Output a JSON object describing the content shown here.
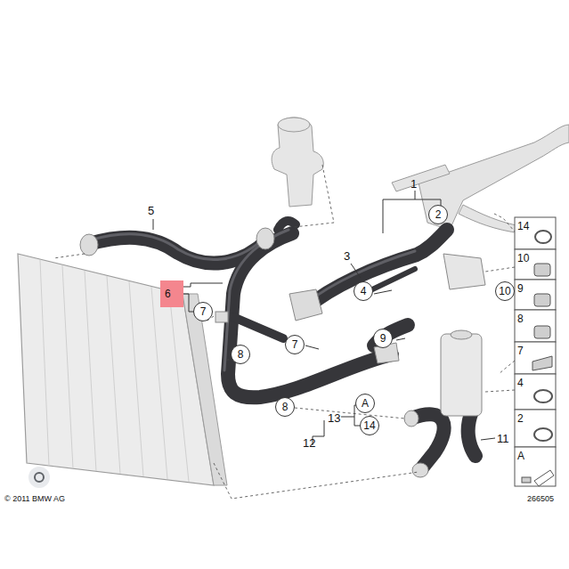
{
  "diagram": {
    "nodes": [
      {
        "text": [
          "2"
        ]
      },
      {
        "text": [
          "4"
        ]
      },
      {
        "text": [
          "10"
        ]
      },
      {
        "text": [
          "6"
        ]
      },
      {
        "text": [
          "7"
        ]
      },
      {
        "text": [
          "9"
        ]
      },
      {
        "text": [
          "7"
        ]
      },
      {
        "text": [
          "8"
        ]
      },
      {
        "text": [
          "A"
        ]
      },
      {
        "text": [
          "8"
        ]
      },
      {
        "text": [
          "14"
        ]
      }
    ],
    "edges": [
      {
        "from": 3,
        "to": 4,
        "arrow": "none"
      }
    ],
    "labels": [
      "1",
      "5",
      "3",
      "13",
      "12",
      "11",
      "14",
      "10",
      "9",
      "8",
      "7",
      "4",
      "2",
      "A",
      "© 2011 BMW AG",
      "266505"
    ]
  }
}
